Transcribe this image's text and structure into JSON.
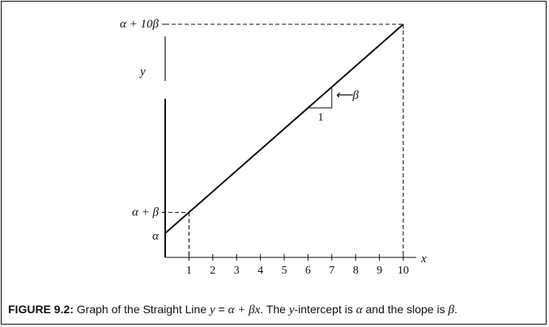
{
  "caption": {
    "fig_label": "FIGURE 9.2:",
    "text_a": " Graph of the Straight Line ",
    "eq_lhs": "y",
    "eq_eq": " = ",
    "eq_rhs": "α + βx",
    "text_b": ". The ",
    "y_word": "y",
    "text_c": "-intercept is ",
    "alpha": "α",
    "text_d": " and the slope is ",
    "beta": "β",
    "text_e": "."
  },
  "chart_data": {
    "type": "line",
    "x": [
      0,
      10
    ],
    "y": [
      1,
      11
    ],
    "xlabel": "x",
    "ylabel": "y",
    "xlim": [
      0,
      10
    ],
    "ylim": [
      0,
      11
    ],
    "x_ticks": [
      "1",
      "2",
      "3",
      "4",
      "5",
      "6",
      "7",
      "8",
      "9",
      "10"
    ],
    "y_tick_labels": [
      {
        "value": 1,
        "label": "α"
      },
      {
        "value": 2,
        "label": "α + β"
      },
      {
        "value": 11,
        "label": "α + 10β"
      }
    ],
    "annotations": {
      "slope_run": "1",
      "slope_rise": "⟵β"
    },
    "grid": false
  }
}
